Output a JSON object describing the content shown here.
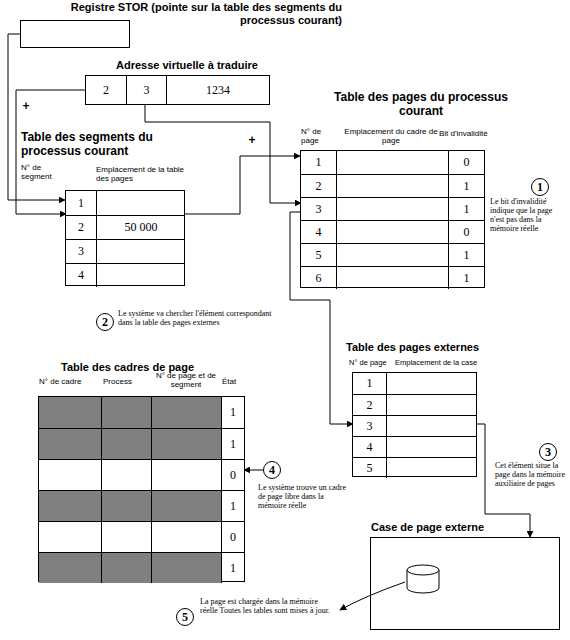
{
  "diagram": {
    "nodes": [
      {
        "text": [
          "Registre STOR (pointe sur la table des segments du processus courant)"
        ]
      },
      {
        "text": [
          "Adresse virtuelle à traduire"
        ]
      },
      {
        "text": [
          "2"
        ],
        "in": 1
      },
      {
        "text": [
          "3"
        ],
        "in": 1
      },
      {
        "text": [
          "1234"
        ],
        "in": 1
      },
      {
        "text": [
          "Table des segments du processus courant",
          "N° de segment",
          "Emplacement de la table des pages"
        ]
      },
      {
        "text": [
          "1"
        ],
        "in": 5
      },
      {
        "text": [
          "2",
          "50 000"
        ],
        "in": 5
      },
      {
        "text": [
          "3"
        ],
        "in": 5
      },
      {
        "text": [
          "4"
        ],
        "in": 5
      },
      {
        "text": [
          "Table des pages du processus courant",
          "N° de page",
          "Emplacement du cadre de page",
          "Bit d'invalidité"
        ]
      },
      {
        "text": [
          "1",
          "0"
        ],
        "in": 10
      },
      {
        "text": [
          "2",
          "1"
        ],
        "in": 10
      },
      {
        "text": [
          "3",
          "1"
        ],
        "in": 10
      },
      {
        "text": [
          "4",
          "0"
        ],
        "in": 10
      },
      {
        "text": [
          "5",
          "1"
        ],
        "in": 10
      },
      {
        "text": [
          "6",
          "1"
        ],
        "in": 10
      },
      {
        "text": [
          "Table des pages externes",
          "N° de page",
          "Emplacement de la case"
        ]
      },
      {
        "text": [
          "1"
        ],
        "in": 17
      },
      {
        "text": [
          "2"
        ],
        "in": 17
      },
      {
        "text": [
          "3"
        ],
        "in": 17
      },
      {
        "text": [
          "4"
        ],
        "in": 17
      },
      {
        "text": [
          "5"
        ],
        "in": 17
      },
      {
        "text": [
          "Table des cadres de page",
          "N° de cadre",
          "Process",
          "N° de page et de segment",
          "État"
        ]
      },
      {
        "text": [
          "1"
        ],
        "in": 23
      },
      {
        "text": [
          "1"
        ],
        "in": 23
      },
      {
        "text": [
          "0"
        ],
        "in": 23
      },
      {
        "text": [
          "1"
        ],
        "in": 23
      },
      {
        "text": [
          "0"
        ],
        "in": 23
      },
      {
        "text": [
          "1"
        ],
        "in": 23
      },
      {
        "text": [
          "Case de page externe"
        ]
      },
      {
        "text": [
          "1"
        ]
      },
      {
        "text": [
          "2"
        ]
      },
      {
        "text": [
          "3"
        ]
      },
      {
        "text": [
          "4"
        ]
      },
      {
        "text": [
          "5"
        ]
      }
    ],
    "edges": [
      {
        "from": 0,
        "to": 5,
        "arrow": "to"
      },
      {
        "from": 2,
        "to": 7,
        "arrow": "to"
      },
      {
        "from": 7,
        "to": 10,
        "arrow": "to"
      },
      {
        "from": 3,
        "to": 13,
        "arrow": "to"
      },
      {
        "from": 13,
        "to": 20,
        "arrow": "to"
      },
      {
        "from": 20,
        "to": 30,
        "arrow": "to"
      },
      {
        "from": 34,
        "to": 26,
        "arrow": "to"
      }
    ],
    "labels": [
      "+",
      "+",
      "Le bit d'invalidité indique que la page n'est pas dans la mémoire réelle",
      "Le système va chercher l'élément correspondant dans la table des pages externes",
      "Cet élément situe la page dans la mémoire auxiliaire de pages",
      "Le système trouve un cadre de page libre dans la mémoire réelle",
      "La page est chargée dans la mémoire réelle Toutes les tables sont mises à jour."
    ]
  }
}
